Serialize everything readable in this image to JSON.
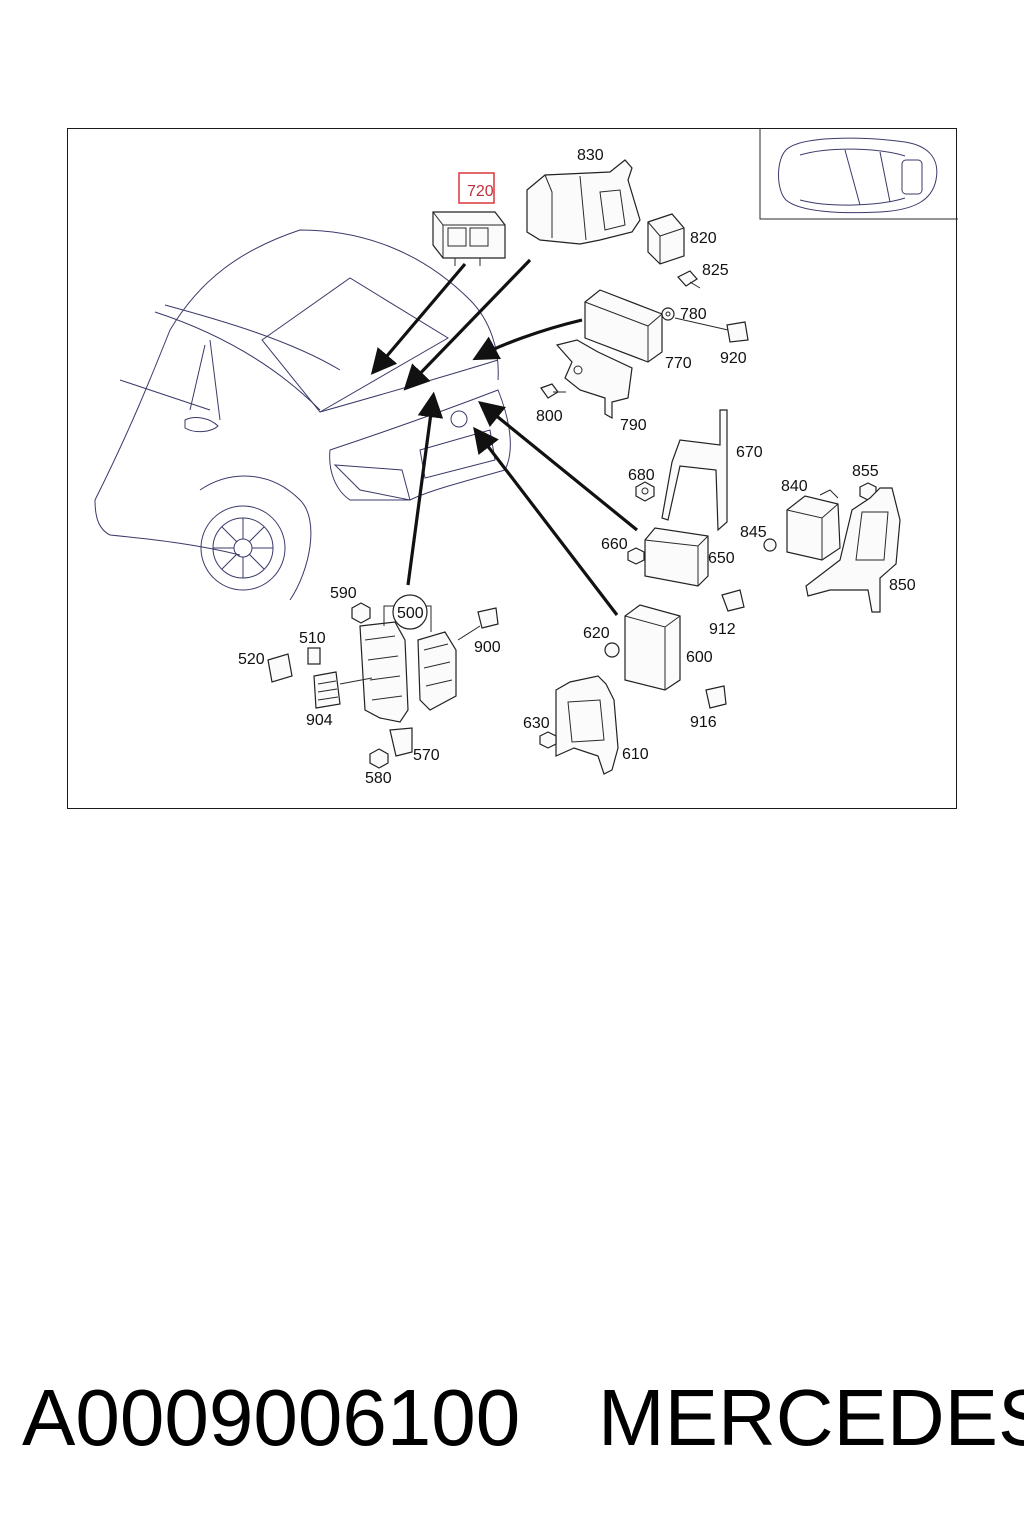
{
  "diagram": {
    "highlight_color": "#d9363e",
    "labels": {
      "p720": "720",
      "p830": "830",
      "p820": "820",
      "p825": "825",
      "p780": "780",
      "p920": "920",
      "p770": "770",
      "p800": "800",
      "p790": "790",
      "p670": "670",
      "p680": "680",
      "p840": "840",
      "p855": "855",
      "p845": "845",
      "p850": "850",
      "p660": "660",
      "p650": "650",
      "p912": "912",
      "p620": "620",
      "p600": "600",
      "p916": "916",
      "p630": "630",
      "p610": "610",
      "p590": "590",
      "p500": "500",
      "p900": "900",
      "p510": "510",
      "p520": "520",
      "p904": "904",
      "p570": "570",
      "p580": "580"
    }
  },
  "footer": {
    "part_number": "A0009006100",
    "brand": "MERCEDES"
  }
}
